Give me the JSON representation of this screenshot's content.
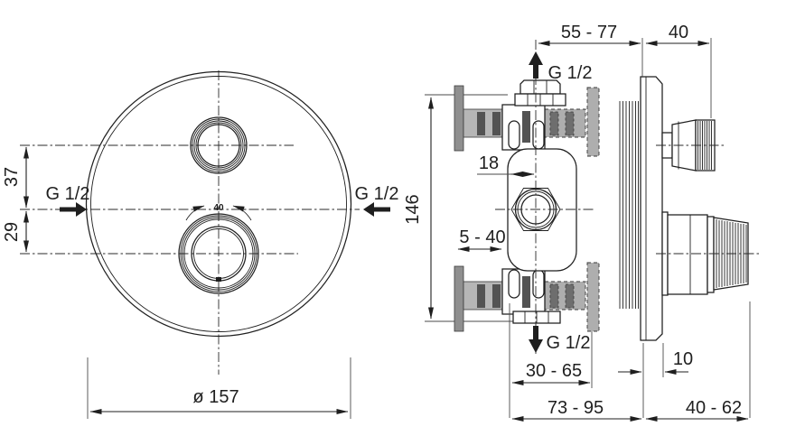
{
  "drawing": {
    "type": "technical-diagram",
    "subject": "concealed thermostatic shower valve, front and side installation views"
  },
  "colors": {
    "line": "#1f1f1f",
    "background": "#ffffff",
    "wall_rail_fill": "#b6b6b6",
    "flange_fill": "#8f8f8f",
    "slot_fill": "#535353",
    "hidden_part_fill": "#aeaeae"
  },
  "front_view": {
    "diameter_label": "ø 157",
    "upper_knob_offset_label": "37",
    "lower_knob_offset_label": "29",
    "left_connection_label": "G 1/2",
    "right_connection_label": "G 1/2",
    "temperature_stop_label": "40"
  },
  "side_view": {
    "installation_depth_label": "55 - 77",
    "trim_projection_label": "40",
    "top_connection_label": "G 1/2",
    "bottom_connection_label": "G 1/2",
    "outlet_offset_label": "18",
    "body_height_label": "146",
    "min_max_plaster_label": "5 - 40",
    "rough_in_depth_label": "30 - 65",
    "plate_thickness_label": "10",
    "total_rough_depth_label": "73 - 95",
    "handle_projection_label": "40 - 62"
  }
}
